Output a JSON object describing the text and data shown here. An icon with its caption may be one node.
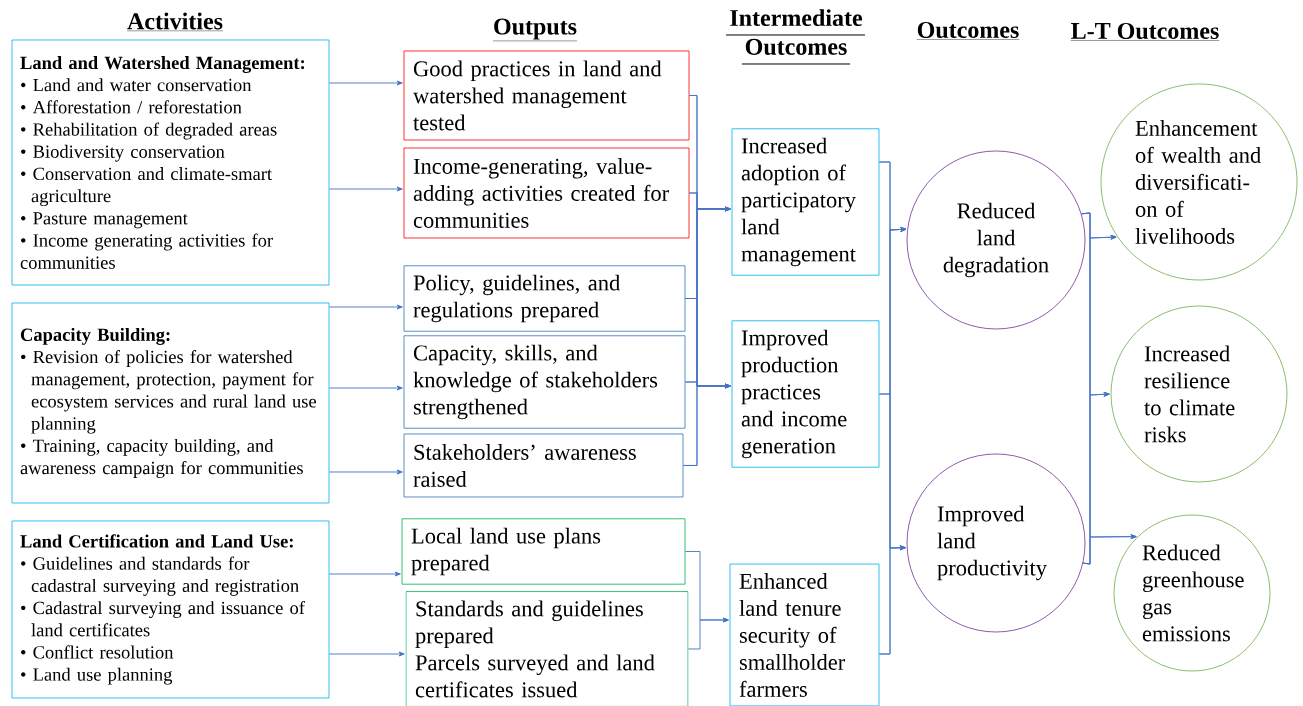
{
  "diagram": {
    "nodes": [
      {
        "text": [
          "Land and Watershed Management:",
          "• Land and water conservation",
          "• Afforestation / reforestation",
          "• Rehabilitation of degraded areas",
          "• Biodiversity conservation",
          "• Conservation and climate-smart agriculture",
          "• Pasture management",
          "• Income generating activities for communities"
        ]
      },
      {
        "text": [
          "Capacity Building:",
          "• Revision of policies for watershed management, protection, payment for ecosystem services and rural land use planning",
          "• Training, capacity building, and awareness campaign for communities"
        ]
      },
      {
        "text": [
          "Land Certification and Land Use:",
          "• Guidelines and standards for cadastral surveying and registration",
          "• Cadastral surveying and issuance of land certificates",
          "• Conflict resolution",
          "• Land use planning"
        ]
      },
      {
        "text": [
          "Good practices in land and watershed management tested"
        ]
      },
      {
        "text": [
          "Income-generating, value-adding activities created for communities"
        ]
      },
      {
        "text": [
          "Policy, guidelines, and regulations prepared"
        ]
      },
      {
        "text": [
          "Capacity, skills, and knowledge of stakeholders strengthened"
        ]
      },
      {
        "text": [
          "Stakeholders’ awareness raised"
        ]
      },
      {
        "text": [
          "Local land use plans prepared"
        ]
      },
      {
        "text": [
          "Standards and guidelines prepared",
          "Parcels surveyed and land certificates issued"
        ]
      },
      {
        "text": [
          "Increased adoption of participatory land management"
        ]
      },
      {
        "text": [
          "Improved production practices and income generation"
        ]
      },
      {
        "text": [
          "Enhanced land tenure security of smallholder farmers"
        ]
      },
      {
        "text": [
          "Reduced land degradation"
        ]
      },
      {
        "text": [
          "Improved land productivity"
        ]
      },
      {
        "text": [
          "Enhancement of wealth and diversificati-on of livelihoods"
        ]
      },
      {
        "text": [
          "Increased resilience to climate risks"
        ]
      },
      {
        "text": [
          "Reduced greenhouse gas emissions"
        ]
      }
    ],
    "edges": [
      {
        "from": 0,
        "to": 3,
        "arrow": "to"
      },
      {
        "from": 0,
        "to": 4,
        "arrow": "to"
      },
      {
        "from": 1,
        "to": 5,
        "arrow": "to"
      },
      {
        "from": 1,
        "to": 6,
        "arrow": "to"
      },
      {
        "from": 1,
        "to": 7,
        "arrow": "to"
      },
      {
        "from": 2,
        "to": 8,
        "arrow": "to"
      },
      {
        "from": 2,
        "to": 9,
        "arrow": "to"
      },
      {
        "from": 3,
        "to": 10,
        "arrow": "to"
      },
      {
        "from": 4,
        "to": 10,
        "arrow": "to"
      },
      {
        "from": 5,
        "to": 10,
        "arrow": "to"
      },
      {
        "from": 6,
        "to": 10,
        "arrow": "to"
      },
      {
        "from": 7,
        "to": 10,
        "arrow": "to"
      },
      {
        "from": 3,
        "to": 11,
        "arrow": "to"
      },
      {
        "from": 4,
        "to": 11,
        "arrow": "to"
      },
      {
        "from": 5,
        "to": 11,
        "arrow": "to"
      },
      {
        "from": 6,
        "to": 11,
        "arrow": "to"
      },
      {
        "from": 7,
        "to": 11,
        "arrow": "to"
      },
      {
        "from": 8,
        "to": 12,
        "arrow": "to"
      },
      {
        "from": 9,
        "to": 12,
        "arrow": "to"
      },
      {
        "from": 10,
        "to": 13,
        "arrow": "to"
      },
      {
        "from": 11,
        "to": 13,
        "arrow": "to"
      },
      {
        "from": 12,
        "to": 13,
        "arrow": "to"
      },
      {
        "from": 10,
        "to": 14,
        "arrow": "to"
      },
      {
        "from": 11,
        "to": 14,
        "arrow": "to"
      },
      {
        "from": 12,
        "to": 14,
        "arrow": "to"
      },
      {
        "from": 13,
        "to": 15,
        "arrow": "to"
      },
      {
        "from": 14,
        "to": 15,
        "arrow": "to"
      },
      {
        "from": 13,
        "to": 16,
        "arrow": "to"
      },
      {
        "from": 14,
        "to": 16,
        "arrow": "to"
      },
      {
        "from": 13,
        "to": 17,
        "arrow": "to"
      },
      {
        "from": 14,
        "to": 17,
        "arrow": "to"
      }
    ],
    "labels": [
      "Activities",
      "Outputs",
      "Intermediate Outcomes",
      "Outcomes",
      "L-T Outcomes"
    ]
  }
}
